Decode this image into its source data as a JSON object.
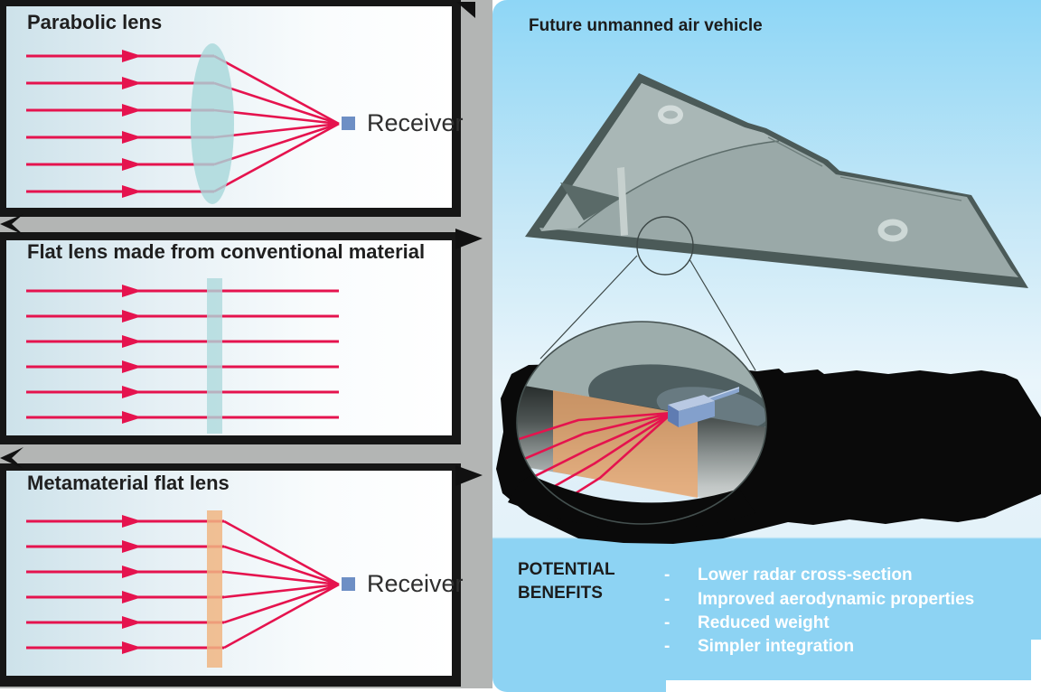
{
  "colors": {
    "ray_red": "#e5134e",
    "lens_teal": "#a8d8da",
    "lens_orange": "#f0b583",
    "receiver_blue": "#6d8fc5",
    "sky_top_blue": "#8ed6f6",
    "panel_flat_blue": "#8dd3f3",
    "shadow_gray": "#b3b5b4",
    "aircraft_gray": "#9aa9a8",
    "aircraft_edge_dark": "#4b5a58",
    "callout_black": "#0a0a0a"
  },
  "panels": [
    {
      "title": "Parabolic lens",
      "receiver_label": "Receiver"
    },
    {
      "title": "Flat lens made from conventional material"
    },
    {
      "title": "Metamaterial flat lens",
      "receiver_label": "Receiver"
    }
  ],
  "vehicle": {
    "title": "Future unmanned air vehicle"
  },
  "benefits": {
    "heading_line1": "POTENTIAL",
    "heading_line2": "BENEFITS",
    "bullet": "-",
    "items": [
      "Lower radar cross-section",
      "Improved aerodynamic properties",
      "Reduced weight",
      "Simpler integration"
    ]
  }
}
